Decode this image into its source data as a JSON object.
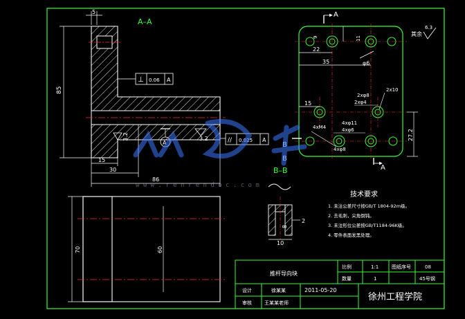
{
  "views": {
    "section_aa_label": "A–A",
    "section_bb_label": "B–B",
    "cut_label_a": "A",
    "cut_label_b": "B",
    "datum_a": "A"
  },
  "dimensions": {
    "d5": "5",
    "d85": "85",
    "d15": "15",
    "d30": "30",
    "d86": "86",
    "d3_2a": "3.2",
    "d3_2b": "3.2",
    "d70": "70",
    "d60": "60",
    "d22": "22",
    "d35": "35",
    "d11": "11",
    "d9": "9",
    "d6": "φ6",
    "d15b": "15",
    "d27_2": "27.2",
    "d2": "2",
    "d8": "8",
    "d10": "10",
    "d6_3": "6.3",
    "rest_label": "其余"
  },
  "tolerances": {
    "perp_symbol": "⊥",
    "perp_value": "0.06",
    "perp_datum": "A",
    "par_symbol": "//",
    "par_value": "0.025",
    "par_datum": "A"
  },
  "hole_callouts": {
    "c1": "2xφ8",
    "c2": "2xφ4",
    "c3": "2x10",
    "c4": "4xM4",
    "c5": "4xφ11",
    "c6": "4xφ6",
    "c7": "4xφ8"
  },
  "tech_requirements": {
    "title": "技术要求",
    "items": [
      "1. 未注公差尺寸按GB/T 1804-92m级。",
      "2. 去毛刺，尖角倒钝。",
      "3. 未注形位公差按GB/T1184-96K级。",
      "4. 零件表面发黑处理。"
    ]
  },
  "title_block": {
    "part_name": "推杆导向块",
    "scale_label": "比例",
    "scale_value": "1:1",
    "drawing_no_label": "图纸序号",
    "drawing_no_value": "08",
    "qty_label": "数量",
    "qty_value": "1",
    "material_value": "45号钢",
    "designer_label": "设计",
    "designer_name": "徐某某",
    "date_value": "2011-05-20",
    "checker_label": "审核",
    "checker_name": "王某某老师",
    "school": "徐州工程学院"
  },
  "watermark": {
    "url_text": "w w w . r e n r e n d o c . c o m"
  }
}
